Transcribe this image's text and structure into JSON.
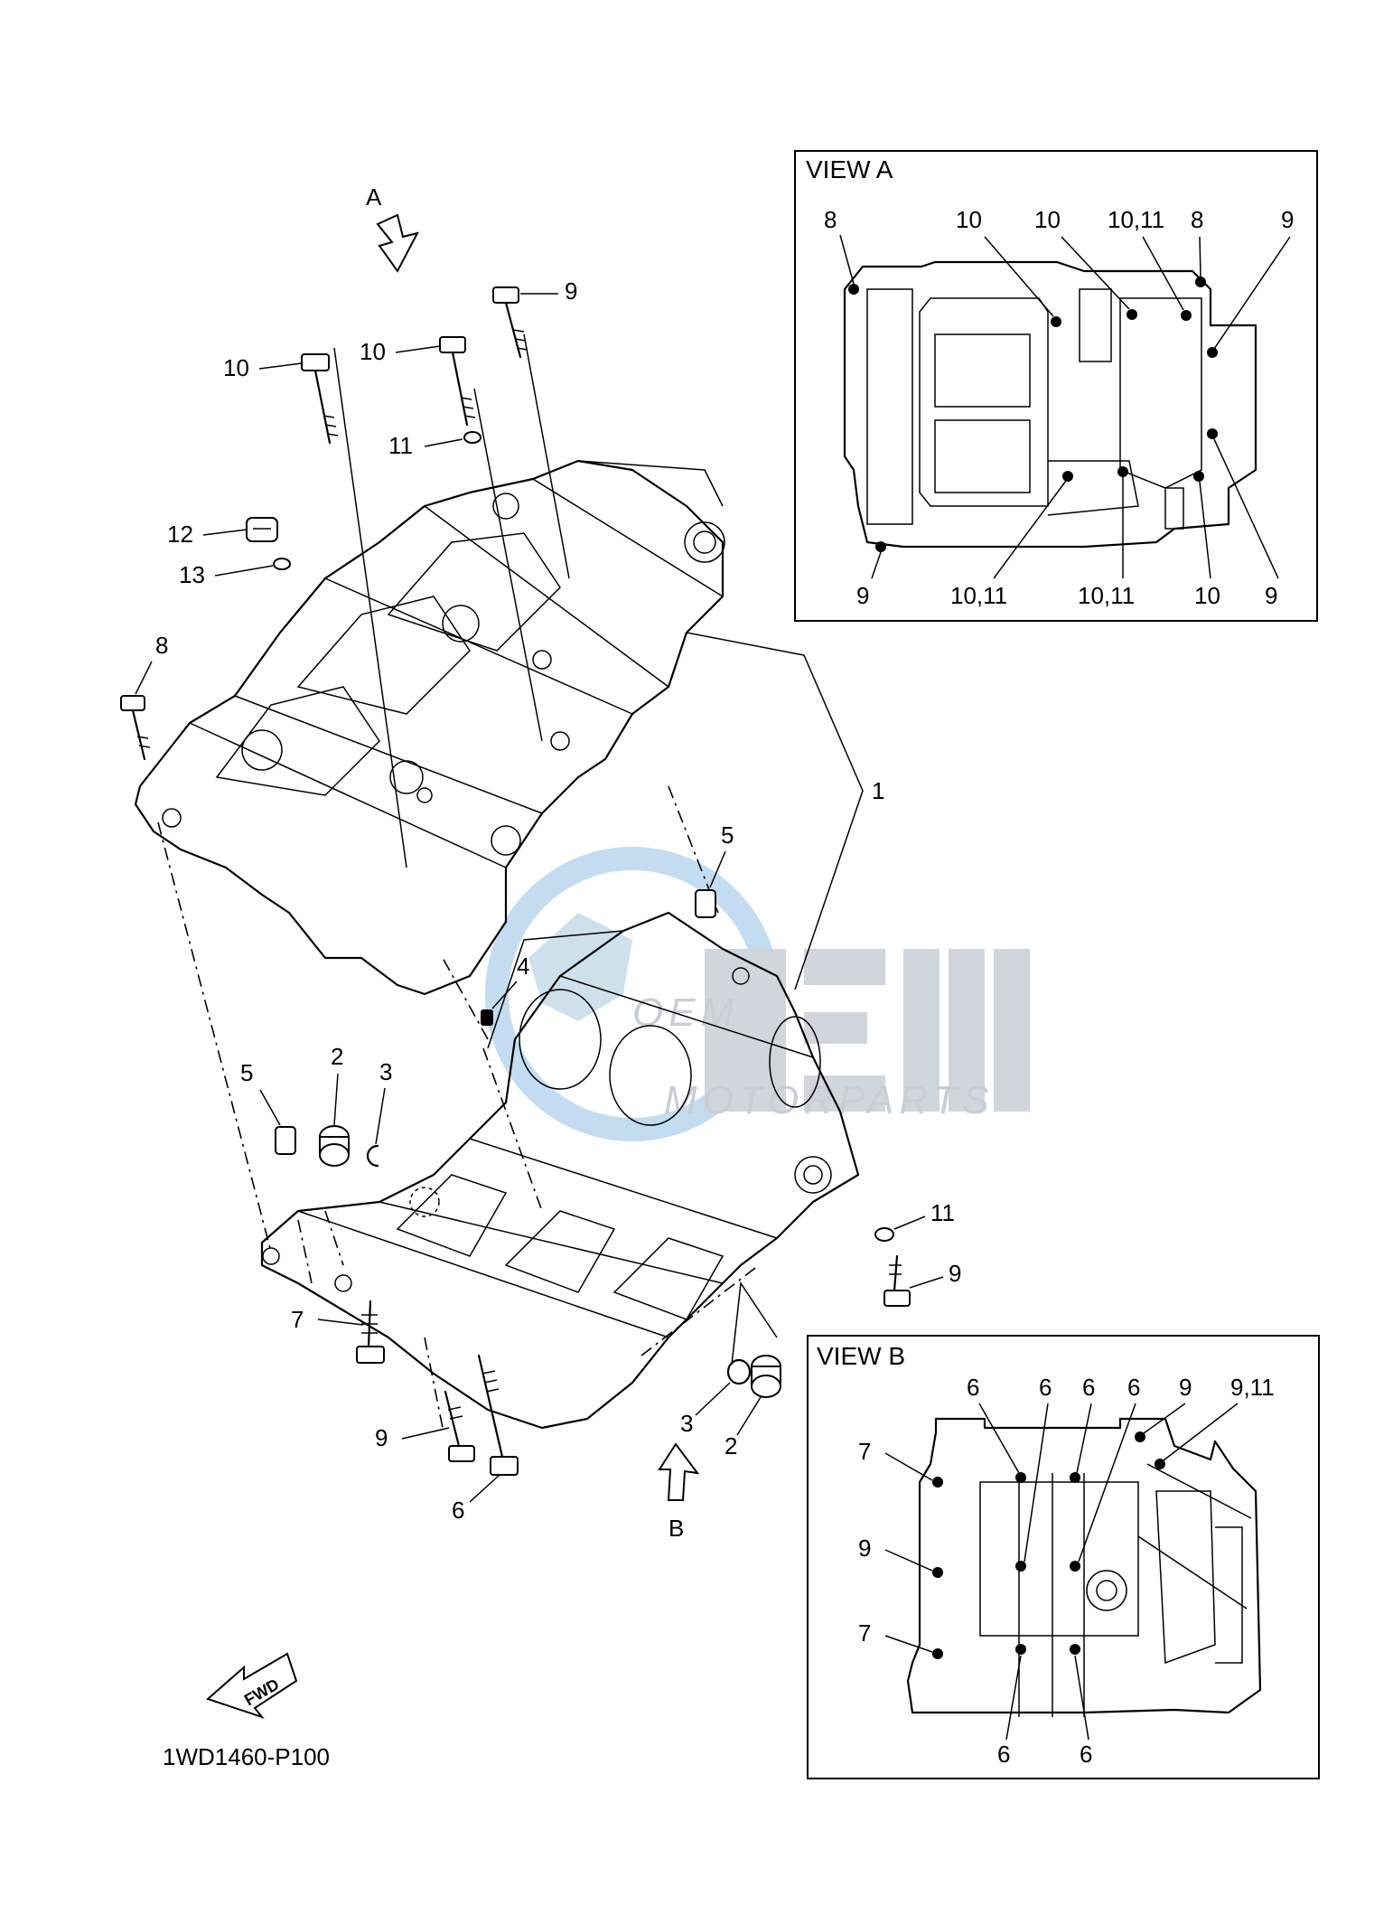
{
  "diagram": {
    "code": "1WD1460-P100",
    "fwd_label": "FWD",
    "watermark": {
      "line1": "OEM",
      "line2": "MOTORPARTS"
    },
    "arrow_labels": {
      "a": "A",
      "b": "B"
    },
    "callouts": {
      "c1": "1",
      "c2a": "2",
      "c2b": "2",
      "c3a": "3",
      "c3b": "3",
      "c4": "4",
      "c5a": "5",
      "c5b": "5",
      "c6": "6",
      "c7": "7",
      "c8": "8",
      "c9a": "9",
      "c9b": "9",
      "c9c": "9",
      "c10a": "10",
      "c10b": "10",
      "c11a": "11",
      "c11b": "11",
      "c12": "12",
      "c13": "13"
    },
    "view_a": {
      "title": "VIEW A",
      "top": [
        "8",
        "10",
        "10",
        "10,11",
        "8",
        "9"
      ],
      "bottom": [
        "9",
        "10,11",
        "10,11",
        "10",
        "9"
      ]
    },
    "view_b": {
      "title": "VIEW B",
      "top": [
        "6",
        "6",
        "6",
        "6",
        "9",
        "9,11"
      ],
      "left": [
        "7",
        "9",
        "7"
      ],
      "bottom": [
        "6",
        "6"
      ]
    }
  }
}
